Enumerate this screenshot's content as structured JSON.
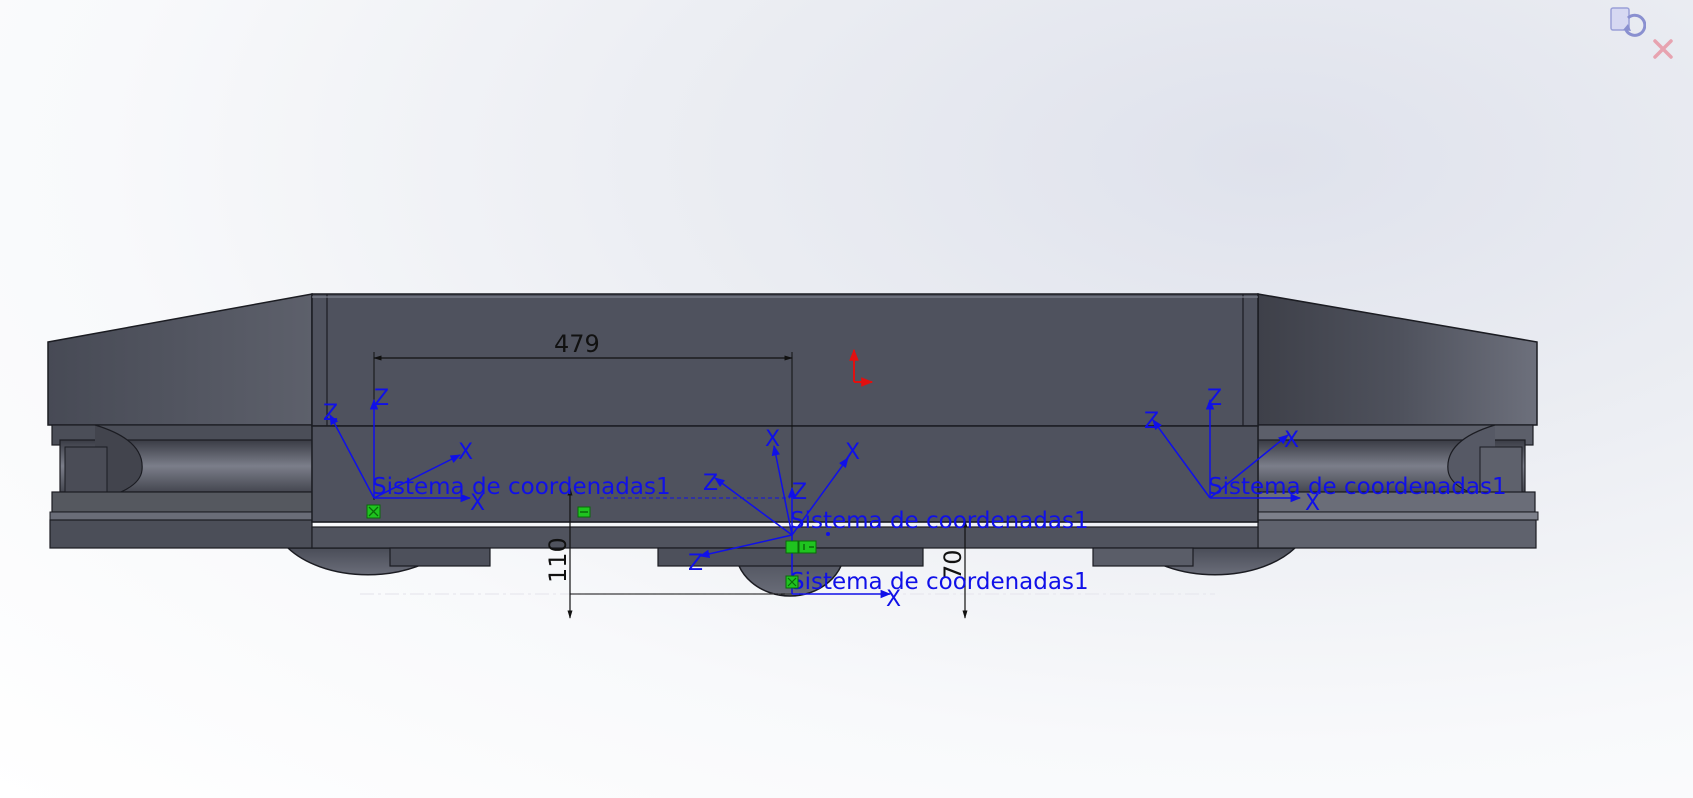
{
  "viewport": {
    "background_top": "#dfe2ec",
    "background_bottom": "#ffffff"
  },
  "model": {
    "body_color": "#4f525e",
    "edge_color": "#1b1c22",
    "highlight_color": "#8a8d9a"
  },
  "dimensions": {
    "horizontal": "479",
    "vertical_left": "110",
    "vertical_right": "70"
  },
  "coordinate_systems": {
    "left": {
      "label": "Sistema de coordenadas1",
      "x": "X",
      "z_vertical": "Z",
      "z_tilted": "Z",
      "x_tilted": "X"
    },
    "center_upper": {
      "label": "Sistema de coordenadas1",
      "x_tilted": "X",
      "x_upper": "X",
      "z_tilted": "Z",
      "z_vertical": "Z"
    },
    "center_lower": {
      "label": "Sistema de coordenadas1",
      "x": "X",
      "z_tilted": "Z"
    },
    "right": {
      "label": "Sistema de coordenadas1",
      "x": "X",
      "z_vertical": "Z",
      "z_tilted": "Z",
      "x_tilted": "X"
    }
  },
  "colors": {
    "annotation_blue": "#1010e8",
    "origin_red": "#e01010",
    "relation_green": "#1fc41f"
  },
  "toolbar": {
    "icons": [
      "rebuild-icon",
      "close-icon"
    ]
  }
}
